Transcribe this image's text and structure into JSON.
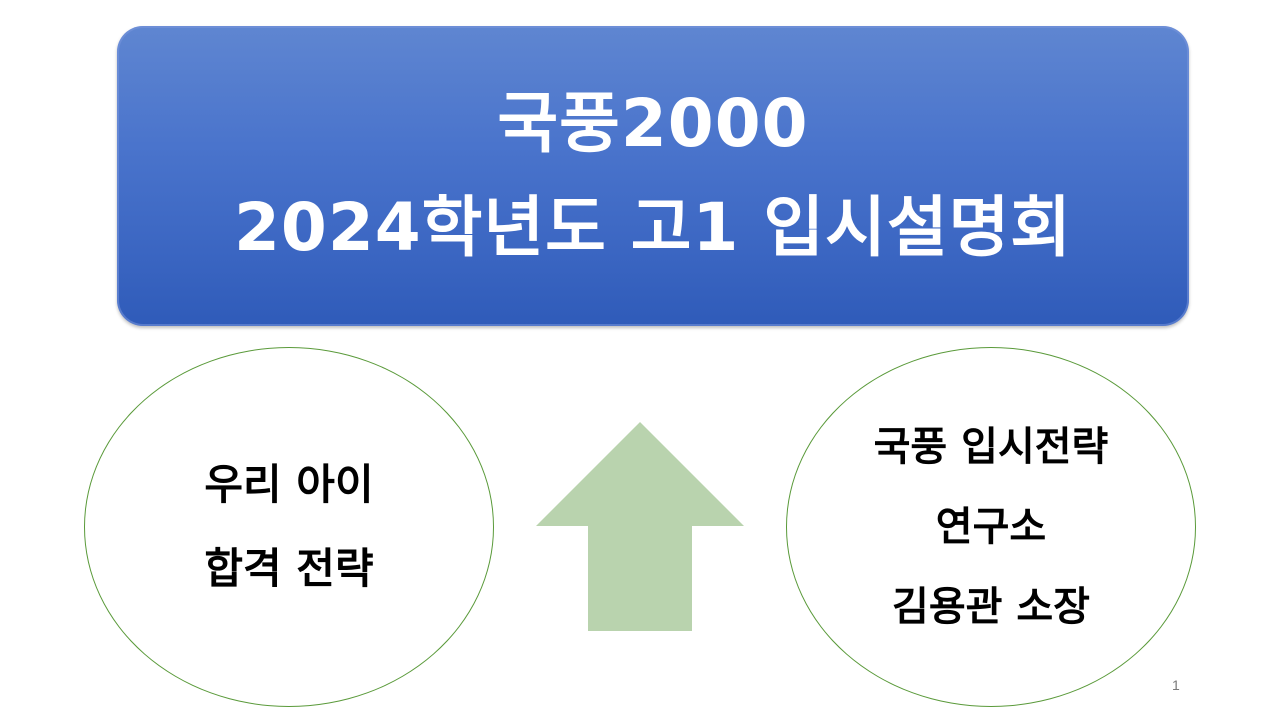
{
  "slide": {
    "title_line1": "국풍2000",
    "title_line2": "2024학년도 고1 입시설명회",
    "left_circle": {
      "line1": "우리 아이",
      "line2": "합격 전략"
    },
    "right_circle": {
      "line1": "국풍 입시전략",
      "line2": "연구소",
      "line3": "김용관 소장"
    },
    "page_number": "1"
  },
  "colors": {
    "title_box": "#3b66c2",
    "title_text": "#ffffff",
    "circle_border": "#5a9a3a",
    "arrow_fill": "#b9d3ae"
  },
  "icons": {
    "center_arrow": "up-arrow-icon"
  }
}
